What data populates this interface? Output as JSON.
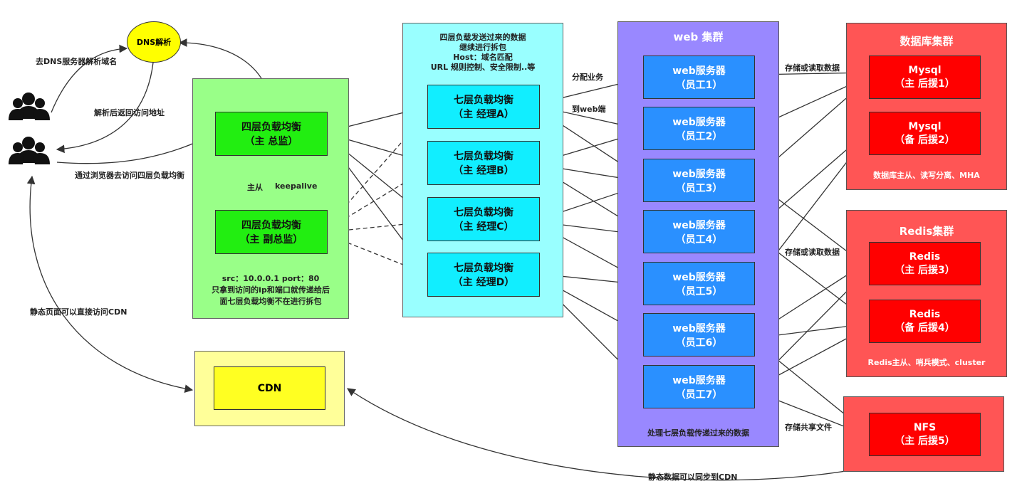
{
  "dns": "DNS解析",
  "labels": {
    "go_dns": "去DNS服务器解析域名",
    "return_addr": "解析后返回访问地址",
    "browser": "通过浏览器去访问四层负载均衡",
    "static_cdn": "静态页面可以直接访问CDN",
    "master_slave": "主从",
    "keepalive": "keepalive",
    "assign": "分配业务",
    "to_web": "到web端",
    "store_read_1": "存储或读取数据",
    "store_read_2": "存储或读取数据",
    "store_share": "存储共享文件",
    "sync_cdn": "静态数据可以同步到CDN"
  },
  "l4": {
    "primary": {
      "line1": "四层负载均衡",
      "line2": "（主  总监）"
    },
    "backup": {
      "line1": "四层负载均衡",
      "line2": "（主 副总监）"
    },
    "note1": "src：10.0.0.1    port：80",
    "note2": "只拿到访问的ip和端口就传递给后",
    "note3": "面七层负载均衡不在进行拆包"
  },
  "l7": {
    "header1": "四层负载发送过来的数据",
    "header2": "继续进行拆包",
    "header3": "Host：域名匹配",
    "header4": "URL 规则控制、安全限制..等",
    "nodes": [
      {
        "line1": "七层负载均衡",
        "line2": "（主  经理A）"
      },
      {
        "line1": "七层负载均衡",
        "line2": "（主  经理B）"
      },
      {
        "line1": "七层负载均衡",
        "line2": "（主  经理C）"
      },
      {
        "line1": "七层负载均衡",
        "line2": "（主  经理D）"
      }
    ]
  },
  "web": {
    "title": "web 集群",
    "footer": "处理七层负载传递过来的数据",
    "nodes": [
      {
        "line1": "web服务器",
        "line2": "（员工1）"
      },
      {
        "line1": "web服务器",
        "line2": "（员工2）"
      },
      {
        "line1": "web服务器",
        "line2": "（员工3）"
      },
      {
        "line1": "web服务器",
        "line2": "（员工4）"
      },
      {
        "line1": "web服务器",
        "line2": "（员工5）"
      },
      {
        "line1": "web服务器",
        "line2": "（员工6）"
      },
      {
        "line1": "web服务器",
        "line2": "（员工7）"
      }
    ]
  },
  "db": {
    "title": "数据库集群",
    "footer": "数据库主从、读写分离、MHA",
    "nodes": [
      {
        "line1": "Mysql",
        "line2": "（主 后援1）"
      },
      {
        "line1": "Mysql",
        "line2": "（备 后援2）"
      }
    ]
  },
  "redis": {
    "title": "Redis集群",
    "footer": "Redis主从、哨兵模式、cluster",
    "nodes": [
      {
        "line1": "Redis",
        "line2": "（主 后援3）"
      },
      {
        "line1": "Redis",
        "line2": "（备 后援4）"
      }
    ]
  },
  "nfs": {
    "line1": "NFS",
    "line2": "（主 后援5）"
  },
  "cdn": "CDN",
  "colors": {
    "l4_panel": "#99ff88",
    "l7_panel": "#99ffff",
    "web_panel": "#9988ff",
    "db_panel": "#ff5555",
    "cdn_panel": "#ffff99",
    "cdn_inner": "#ffff22",
    "dns": "#ffff00",
    "arrow": "#333333"
  }
}
